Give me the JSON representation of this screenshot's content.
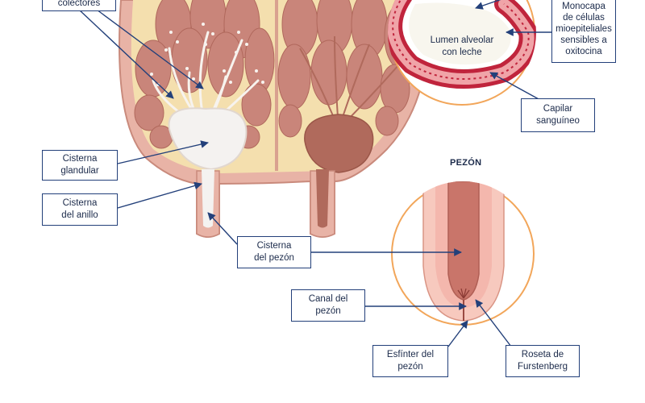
{
  "labels": {
    "colectores": "colectores",
    "cisterna_glandular": "Cisterna\nglandular",
    "cisterna_anillo": "Cisterna\ndel anillo",
    "cisterna_pezon": "Cisterna\ndel pezón",
    "lumen": "Lumen alveolar\ncon leche",
    "monocapa": "Monocapa\nde células\nmioepiteliales\nsensibles a\noxitocina",
    "capilar": "Capilar\nsanguíneo",
    "pezon_heading": "PEZÓN",
    "canal_pezon": "Canal del\npezón",
    "esfinter": "Esfínter del\npezón",
    "roseta": "Roseta de\nFurstenberg"
  },
  "colors": {
    "accent_blue": "#23407a",
    "tissue_pink": "#e8b3a6",
    "alveoli": "#c9857a",
    "fat_yellow": "#f4dfae",
    "cistern_white": "#f4f2f0",
    "milk_brown": "#b06a5c",
    "capillary_red": "#c0243c",
    "inset_ring": "#f2a65a"
  }
}
